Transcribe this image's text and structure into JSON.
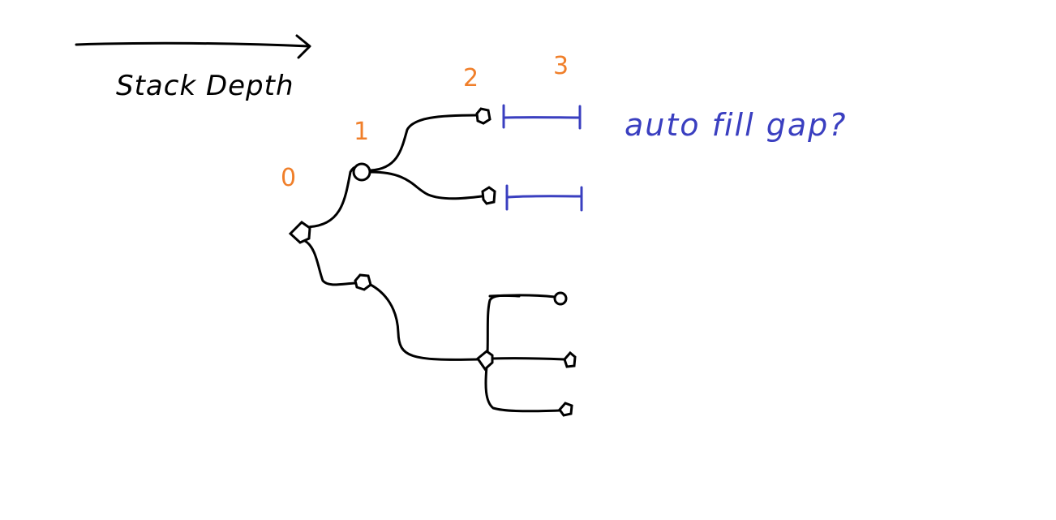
{
  "caption": "Stack Depth",
  "depth_labels": [
    "0",
    "1",
    "2",
    "3"
  ],
  "annotation": "auto fill gap?",
  "colors": {
    "ink": "#000000",
    "depth_label": "#f07f2a",
    "annotation": "#3a3fc0",
    "background": "#ffffff"
  }
}
